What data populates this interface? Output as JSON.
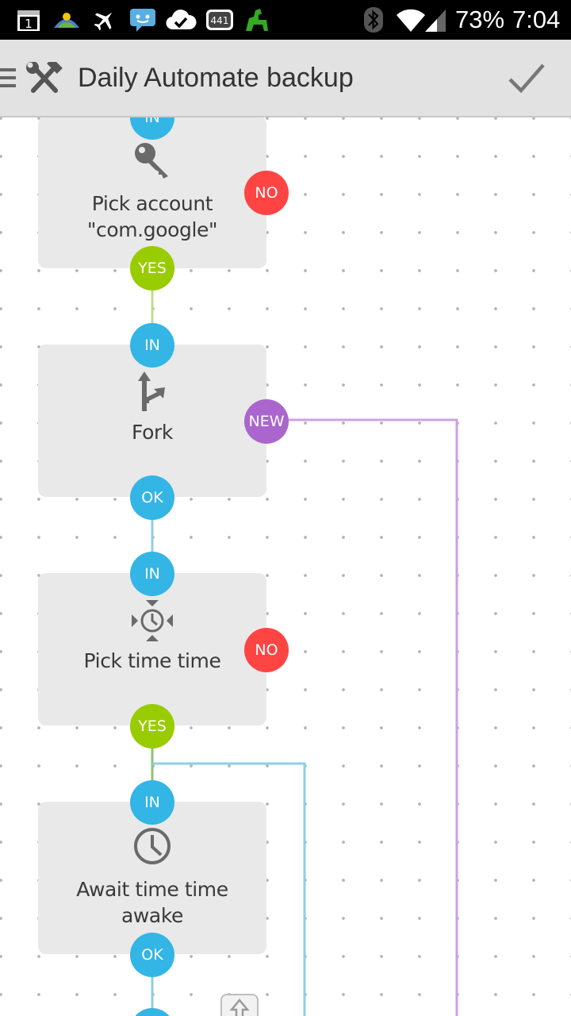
{
  "status_bar": {
    "calendar_day": "1",
    "badge_count": "441",
    "battery_percent": "73%",
    "time": "7:04",
    "icons": [
      "calendar-icon",
      "weather-icon",
      "airplane-icon",
      "messenger-icon",
      "cloud-check-icon",
      "badge-icon",
      "android-icon",
      "bluetooth-icon",
      "wifi-icon",
      "signal-icon"
    ]
  },
  "action_bar": {
    "title": "Daily Automate backup",
    "icons": [
      "drawer-icon",
      "tools-icon",
      "checkmark-icon"
    ]
  },
  "flow": {
    "blocks": [
      {
        "label_lines": [
          "Pick account",
          "\"com.google\""
        ],
        "icon": "key-icon"
      },
      {
        "label_lines": [
          "Fork"
        ],
        "icon": "fork-icon"
      },
      {
        "label_lines": [
          "Pick time time"
        ],
        "icon": "time-pick-icon"
      },
      {
        "label_lines": [
          "Await time time",
          "awake"
        ],
        "icon": "clock-icon"
      }
    ],
    "connectors": {
      "in": "IN",
      "ok": "OK",
      "yes": "YES",
      "no": "NO",
      "new": "NEW"
    },
    "colors": {
      "in": "#33b5e5",
      "ok": "#33b5e5",
      "yes": "#99cc00",
      "no": "#ff4444",
      "new": "#aa66cc",
      "wire_blue": "#8ccfe6",
      "wire_purple": "#cda2e0",
      "wire_green": "#c2dc8a"
    }
  }
}
